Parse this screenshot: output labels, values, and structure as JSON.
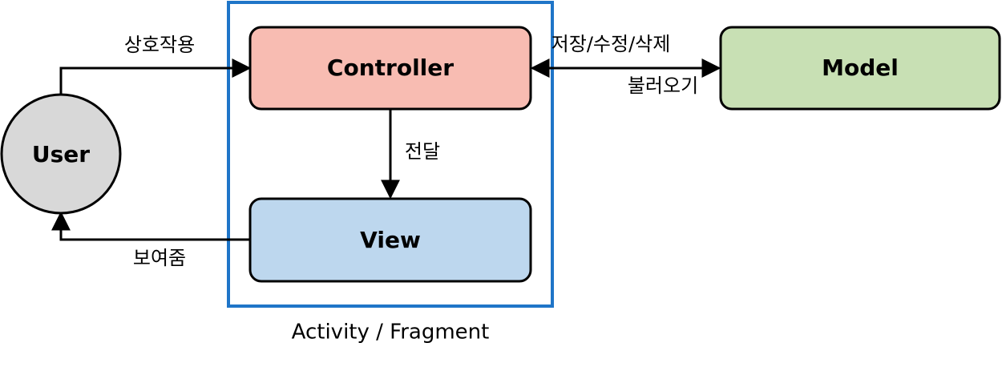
{
  "nodes": {
    "controller": {
      "label": "Controller",
      "fill": "#F8BCB2"
    },
    "model": {
      "label": "Model",
      "fill": "#C8E0B4"
    },
    "view": {
      "label": "View",
      "fill": "#BDD7EE"
    },
    "user": {
      "label": "User",
      "fill": "#D8D8D8"
    }
  },
  "container": {
    "label": "Activity / Fragment",
    "stroke": "#1F75C8"
  },
  "edges": {
    "user_to_controller": "상호작용",
    "controller_to_model": "저장/수정/삭제",
    "model_to_controller": "불러오기",
    "controller_to_view": "전달",
    "view_to_user": "보여줌"
  }
}
